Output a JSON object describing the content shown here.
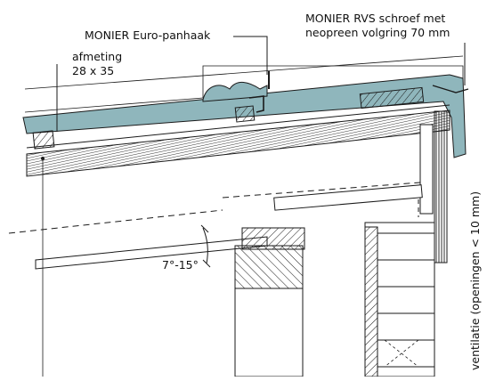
{
  "labels": {
    "panhaak": "MONIER Euro-panhaak",
    "schroef_line1": "MONIER RVS schroef met",
    "schroef_line2": "neopreen volgring 70 mm",
    "afmeting_line1": "afmeting",
    "afmeting_line2": "28 x 35",
    "angle": "7°-15°",
    "ventilatie": "ventilatie (openingen < 10 mm)"
  },
  "colors": {
    "tile": "#8fb6bc",
    "line": "#1a1a1a",
    "background": "#ffffff"
  }
}
